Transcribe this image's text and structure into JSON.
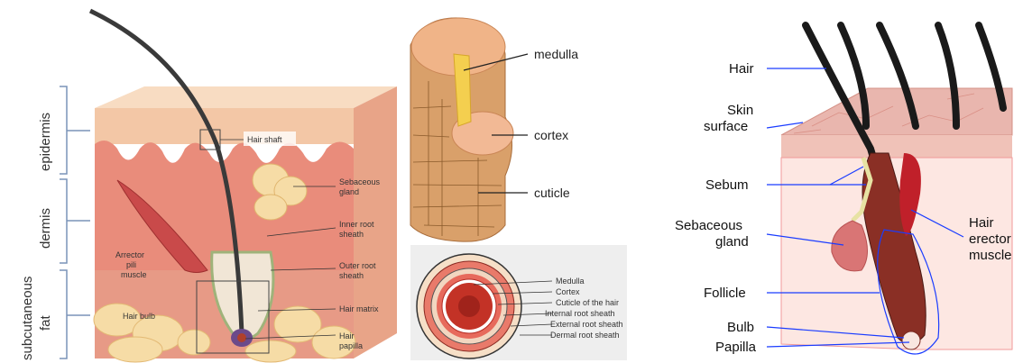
{
  "panel_left": {
    "layers": {
      "epidermis": "epidermis",
      "dermis": "dermis",
      "subcutaneous": "subcutaneous",
      "fat": "fat"
    },
    "labels": {
      "hair_shaft": "Hair shaft",
      "sebaceous_1": "Sebaceous",
      "sebaceous_2": "gland",
      "inner_root_1": "Inner root",
      "inner_root_2": "sheath",
      "outer_root_1": "Outer root",
      "outer_root_2": "sheath",
      "hair_matrix": "Hair matrix",
      "hair_papilla_1": "Hair",
      "hair_papilla_2": "papilla",
      "arrector_1": "Arrector",
      "arrector_2": "pili",
      "arrector_3": "muscle",
      "hair_bulb": "Hair bulb"
    }
  },
  "panel_middle": {
    "labels": {
      "medulla": "medulla",
      "cortex": "cortex",
      "cuticle": "cuticle"
    },
    "cross_section": {
      "medulla": "Medulla",
      "cortex": "Cortex",
      "cuticle_of_hair": "Cuticle of the hair",
      "internal_root_sheath": "Internal root sheath",
      "external_root_sheath": "External root sheath",
      "dermal_root_sheath": "Dermal root sheath"
    }
  },
  "panel_right": {
    "labels": {
      "hair": "Hair",
      "skin_1": "Skin",
      "skin_2": "surface",
      "sebum": "Sebum",
      "sebaceous_1": "Sebaceous",
      "sebaceous_2": "gland",
      "follicle": "Follicle",
      "bulb": "Bulb",
      "papilla": "Papilla",
      "erector_1": "Hair",
      "erector_2": "erector",
      "erector_3": "muscle"
    }
  },
  "colors": {
    "skin_top": "#f3c7a6",
    "dermis": "#e98c7b",
    "fat": "#f5d9a0",
    "hair_dark": "#2b2b2b",
    "leader_blue": "#1a3cff",
    "muscle_red": "#c0202a"
  }
}
